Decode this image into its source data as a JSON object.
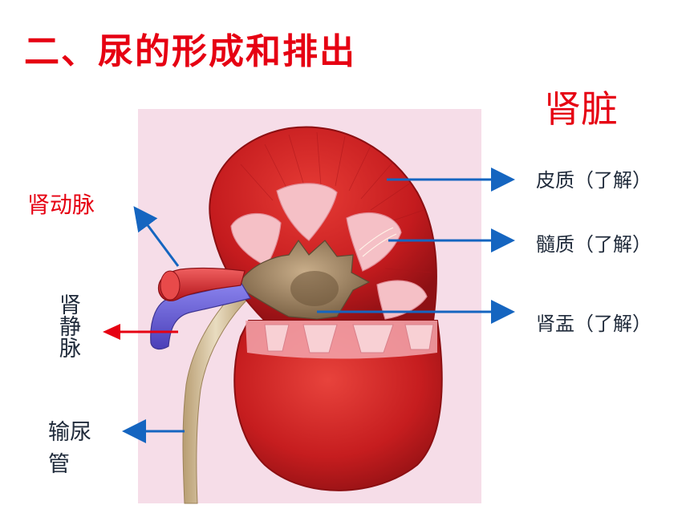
{
  "slide": {
    "title": "二、尿的形成和排出",
    "organ_name": "肾脏"
  },
  "labels": {
    "cortex": "皮质（了解）",
    "medulla": "髓质（了解）",
    "pelvis": "肾盂（了解）",
    "artery": "肾动脉",
    "vein": "肾静脉",
    "ureter": "输尿管"
  },
  "colors": {
    "title": "#e60012",
    "label_dark": "#1f2a3a",
    "pointer_arrow": "#1565c0",
    "vein_arrow": "#e60012",
    "background_panel": "#f6dde8",
    "kidney": "#c81e1e",
    "artery": "#d42a2a",
    "vein": "#6a5fd6",
    "ureter": "#d8c39c",
    "medulla": "#f5c0c6",
    "pelvis": "#a58a6a"
  }
}
